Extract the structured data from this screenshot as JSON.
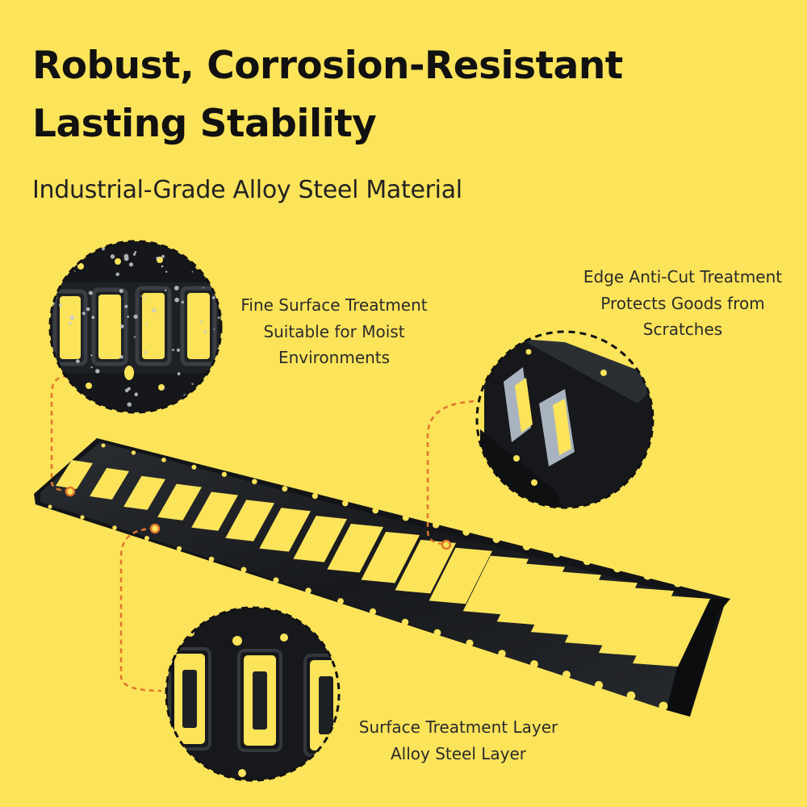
{
  "header": {
    "title_line1": "Robust, Corrosion-Resistant",
    "title_line2": "Lasting Stability",
    "subtitle": "Industrial-Grade Alloy Steel Material"
  },
  "callouts": {
    "surface": {
      "line1": "Fine Surface Treatment",
      "line2": "Suitable for Moist",
      "line3": "Environments"
    },
    "edge": {
      "line1": "Edge Anti-Cut Treatment",
      "line2": "Protects Goods from",
      "line3": "Scratches"
    },
    "layers": {
      "line1": "Surface Treatment Layer",
      "line2": "Alloy Steel Layer"
    }
  },
  "colors": {
    "background": "#fbe35a",
    "leader_line": "#e0762c",
    "track_steel": "#1b1d20"
  }
}
